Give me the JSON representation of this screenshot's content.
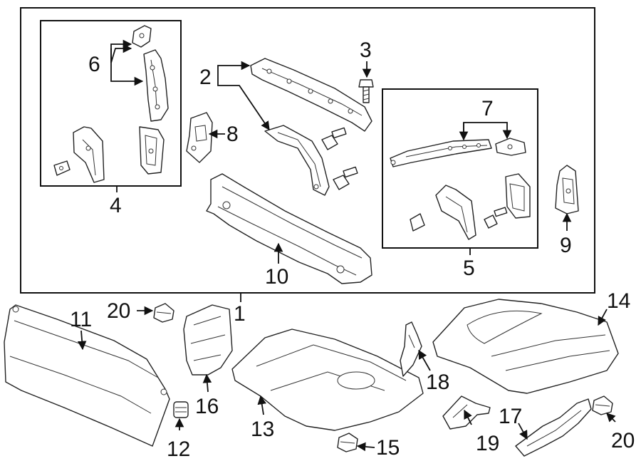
{
  "callouts": {
    "c1": "1",
    "c2": "2",
    "c3": "3",
    "c4": "4",
    "c5": "5",
    "c6": "6",
    "c7": "7",
    "c8": "8",
    "c9": "9",
    "c10": "10",
    "c11": "11",
    "c12": "12",
    "c13": "13",
    "c14": "14",
    "c15": "15",
    "c16": "16",
    "c17": "17",
    "c18": "18",
    "c19": "19",
    "c20a": "20",
    "c20b": "20"
  }
}
